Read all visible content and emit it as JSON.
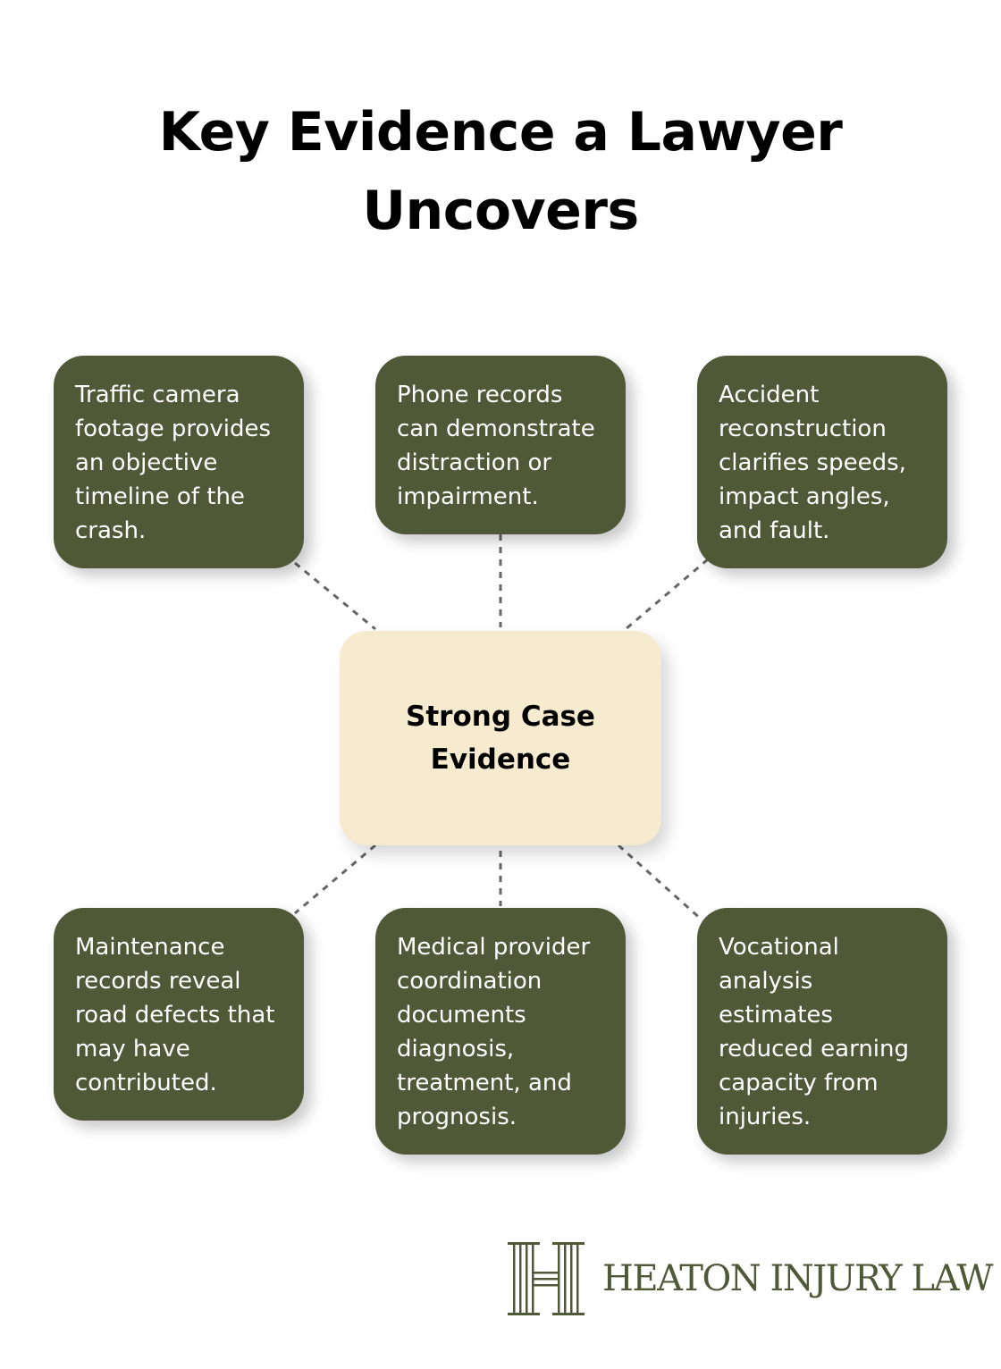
{
  "title": {
    "line1": "Key Evidence a Lawyer",
    "line2": "Uncovers"
  },
  "center_node": {
    "label": "Strong Case Evidence",
    "background": "#f7ebcf"
  },
  "cards": [
    {
      "id": "traffic",
      "text": "Traffic camera footage provides an objective timeline of the crash."
    },
    {
      "id": "phone",
      "text": "Phone records can demonstrate distraction or impairment."
    },
    {
      "id": "reconstruction",
      "text": "Accident reconstruction clarifies speeds, impact angles, and fault."
    },
    {
      "id": "maintenance",
      "text": "Maintenance records reveal road defects that may have contributed."
    },
    {
      "id": "medical",
      "text": "Medical provider coordination documents diagnosis, treatment, and prognosis."
    },
    {
      "id": "vocational",
      "text": "Vocational analysis estimates reduced earning capacity from injuries."
    }
  ],
  "logo": {
    "text": "HEATON INJURY LAW",
    "icon": "heaton-h-monogram-icon",
    "color": "#4f5938"
  },
  "colors": {
    "card": "#4f5938",
    "card_text": "#ffffff",
    "connector": "#666666"
  }
}
